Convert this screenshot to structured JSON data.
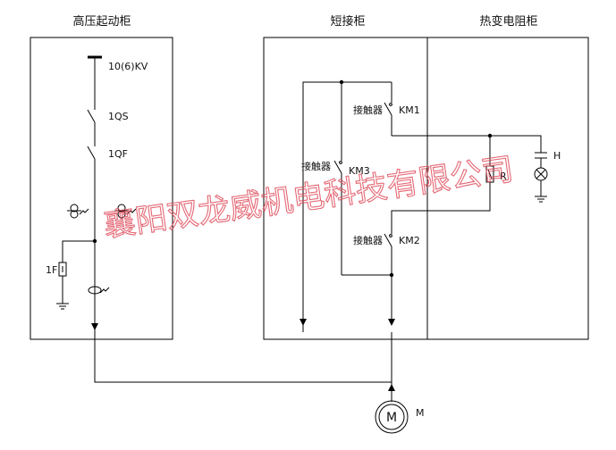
{
  "cabinets": {
    "left_title": "高压起动柜",
    "middle_title": "短接柜",
    "right_title": "热变电阻柜"
  },
  "labels": {
    "supply": "10(6)KV",
    "isolator": "1QS",
    "breaker": "1QF",
    "arrester": "1F",
    "contactor_word": "接触器",
    "km1": "KM1",
    "km2": "KM2",
    "km3": "KM3",
    "resistor": "R",
    "lamp": "H",
    "motor_symbol": "M",
    "motor_label": "M"
  },
  "watermark": "襄阳双龙威机电科技有限公司",
  "colors": {
    "line": "#000000",
    "watermark": "#e0505f"
  }
}
